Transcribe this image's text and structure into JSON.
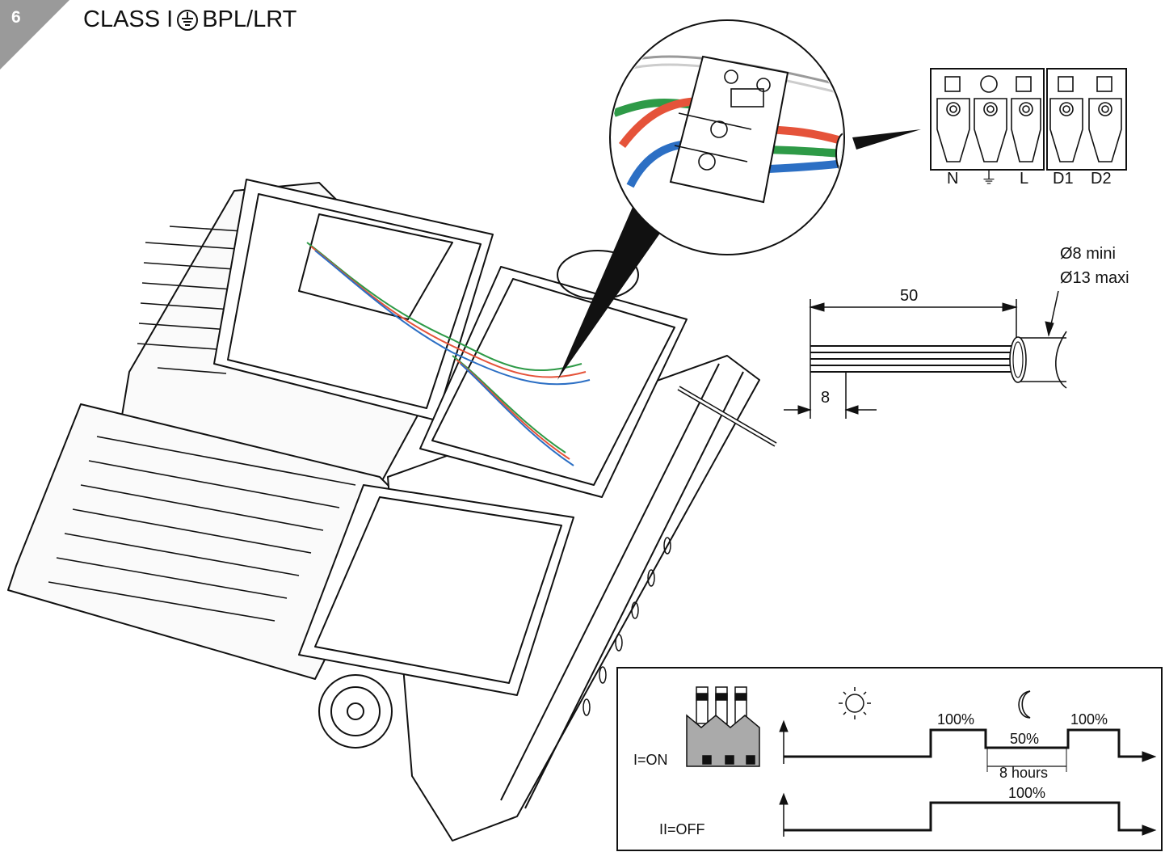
{
  "header": {
    "step_number": "6",
    "title_prefix": "CLASS I",
    "title_suffix": "BPL/LRT",
    "title_icon": "earth-ground-icon"
  },
  "terminal_block": {
    "labels": [
      "N",
      "⏚",
      "L",
      "D1",
      "D2"
    ]
  },
  "cable": {
    "strip_length": "50",
    "wire_strip": "8",
    "diameter_min": "Ø8 mini",
    "diameter_max": "Ø13 maxi"
  },
  "dimming_schedule": {
    "mode_on_label": "I=ON",
    "mode_off_label": "II=OFF",
    "level_full_1": "100%",
    "level_reduced": "50%",
    "level_full_2": "100%",
    "duration": "8 hours",
    "level_off_mode": "100%",
    "icons": [
      "factory-icon",
      "sun-icon",
      "moon-icon"
    ]
  },
  "wire_colors": {
    "brown_red": "#e5533a",
    "green": "#2e9a47",
    "blue": "#2c6fc4",
    "grey": "#8a8a8a"
  }
}
